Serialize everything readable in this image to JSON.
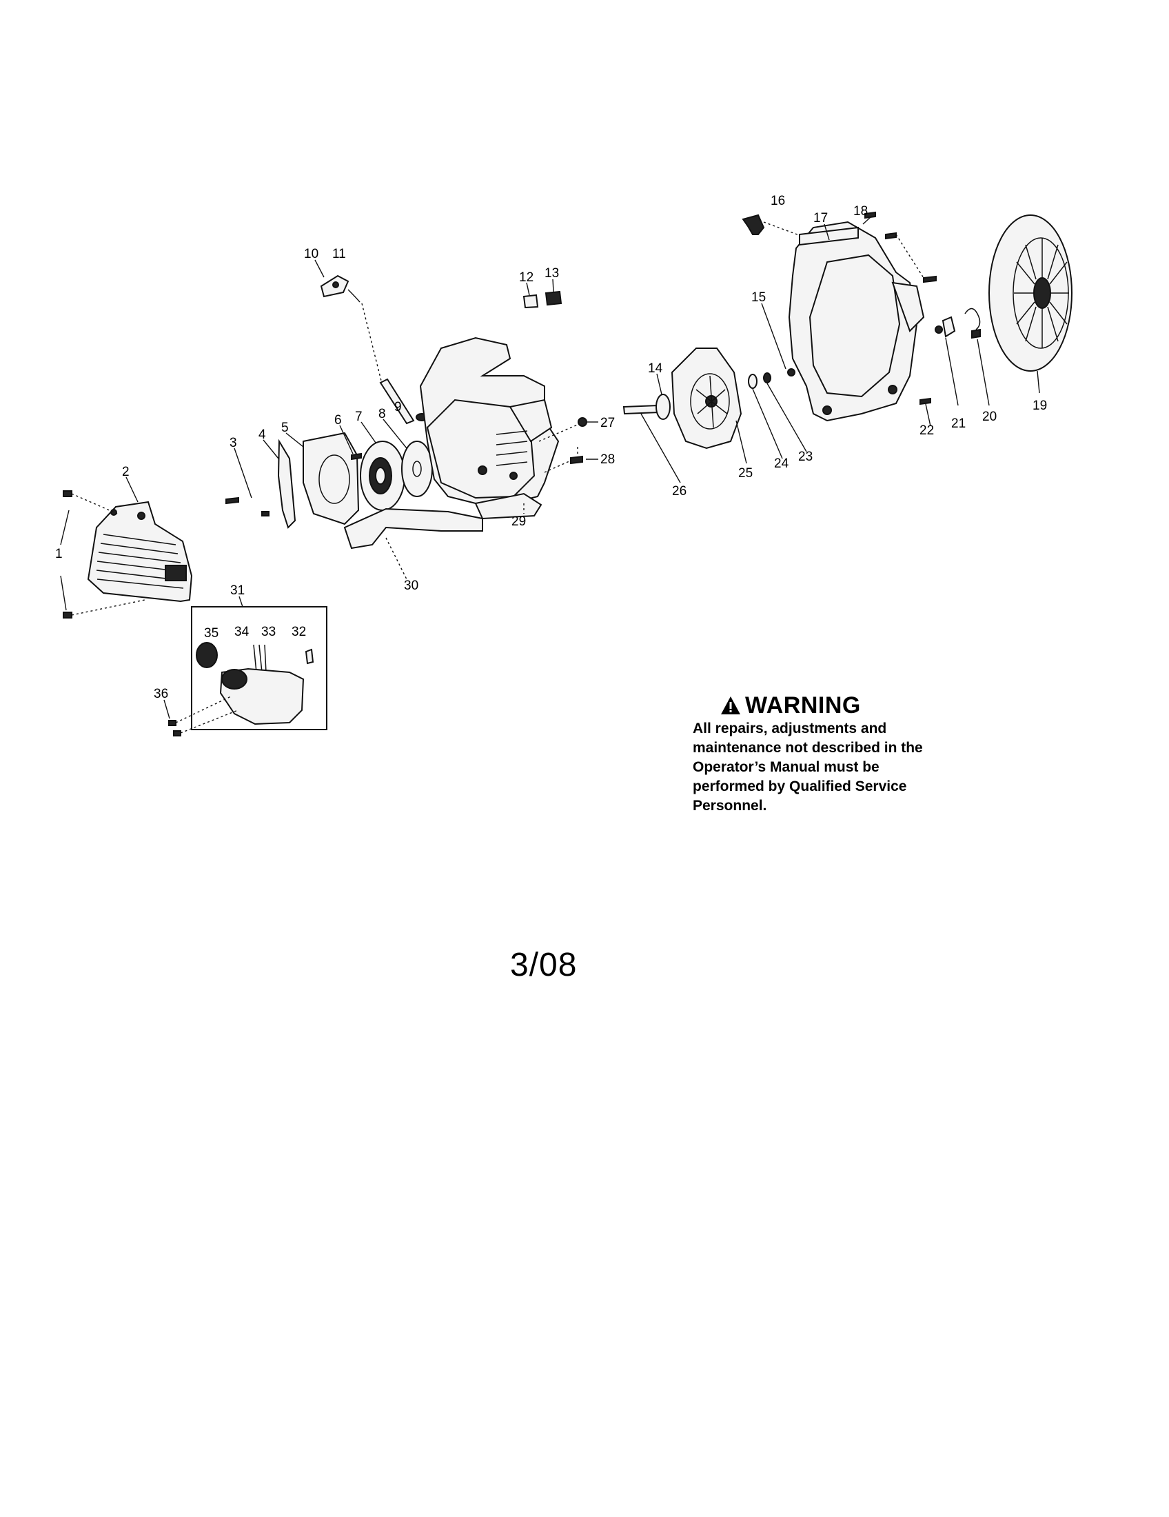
{
  "diagram": {
    "callouts": {
      "c1": "1",
      "c2": "2",
      "c3": "3",
      "c4": "4",
      "c5": "5",
      "c6": "6",
      "c7": "7",
      "c8": "8",
      "c9": "9",
      "c10": "10",
      "c11": "11",
      "c12": "12",
      "c13": "13",
      "c14": "14",
      "c15": "15",
      "c16": "16",
      "c17": "17",
      "c18": "18",
      "c19": "19",
      "c20": "20",
      "c21": "21",
      "c22": "22",
      "c23": "23",
      "c24": "24",
      "c25": "25",
      "c26": "26",
      "c27": "27",
      "c28": "28",
      "c29": "29",
      "c30": "30",
      "c31": "31",
      "c32": "32",
      "c33": "33",
      "c34": "34",
      "c35": "35",
      "c36": "36"
    },
    "warning": {
      "title": "WARNING",
      "text": "All repairs, adjustments and maintenance not described in the Operator’s Manual must be performed by Qualified Service Personnel."
    },
    "date_code": "3/08"
  }
}
